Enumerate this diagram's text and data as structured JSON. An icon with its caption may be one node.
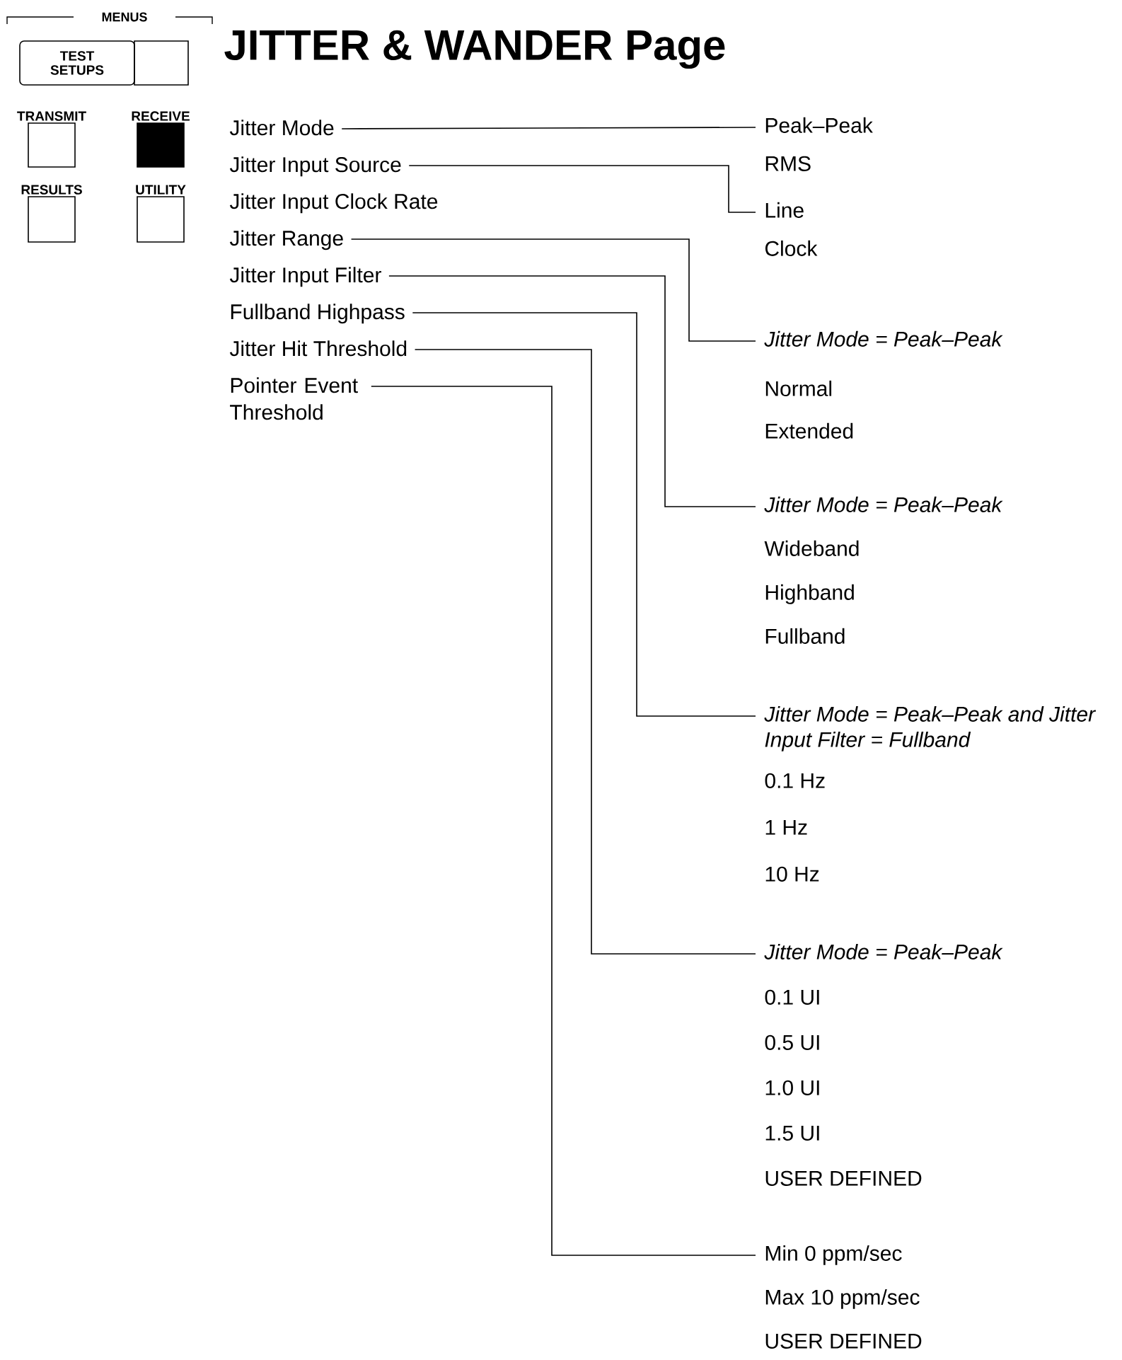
{
  "diagram": {
    "title": "JITTER & WANDER Page",
    "nodes": [
      {
        "text": [
          "TEST SETUPS"
        ]
      },
      {
        "text": [],
        "shape": "box"
      },
      {
        "text": [
          "TRANSMIT"
        ]
      },
      {
        "text": [
          "RECEIVE"
        ]
      },
      {
        "text": [
          "RESULTS"
        ]
      },
      {
        "text": [
          "UTILITY"
        ]
      },
      {
        "text": [
          "Jitter Mode"
        ]
      },
      {
        "text": [
          "Jitter Input Source"
        ]
      },
      {
        "text": [
          "Jitter Input Clock Rate"
        ]
      },
      {
        "text": [
          "Jitter Range"
        ]
      },
      {
        "text": [
          "Jitter Input Filter"
        ]
      },
      {
        "text": [
          "Fullband Highpass"
        ]
      },
      {
        "text": [
          "Jitter Hit Threshold"
        ]
      },
      {
        "text": [
          "Pointer Event Threshold"
        ]
      },
      {
        "text": [
          "Peak–Peak",
          "RMS"
        ]
      },
      {
        "text": [
          "Line",
          "Clock"
        ]
      },
      {
        "text": [
          "Jitter Mode = Peak–Peak",
          "Normal",
          "Extended"
        ]
      },
      {
        "text": [
          "Jitter Mode = Peak–Peak",
          "Wideband",
          "Highband",
          "Fullband"
        ]
      },
      {
        "text": [
          "Jitter Mode = Peak–Peak and Jitter Input Filter = Fullband",
          "0.1 Hz",
          "1 Hz",
          "10 Hz"
        ]
      },
      {
        "text": [
          "Jitter Mode = Peak–Peak",
          "0.1 UI",
          "0.5 UI",
          "1.0 UI",
          "1.5 UI",
          "USER DEFINED"
        ]
      },
      {
        "text": [
          "Min 0 ppm/sec",
          "Max 10 ppm/sec",
          "USER DEFINED"
        ]
      }
    ],
    "edges": [
      {
        "from": 6,
        "to": 14,
        "arrow": "none"
      },
      {
        "from": 7,
        "to": 15,
        "arrow": "none"
      },
      {
        "from": 9,
        "to": 16,
        "arrow": "none"
      },
      {
        "from": 10,
        "to": 17,
        "arrow": "none"
      },
      {
        "from": 11,
        "to": 18,
        "arrow": "none"
      },
      {
        "from": 12,
        "to": 19,
        "arrow": "none"
      },
      {
        "from": 13,
        "to": 20,
        "arrow": "none"
      }
    ],
    "labels": [
      "MENUS"
    ]
  }
}
